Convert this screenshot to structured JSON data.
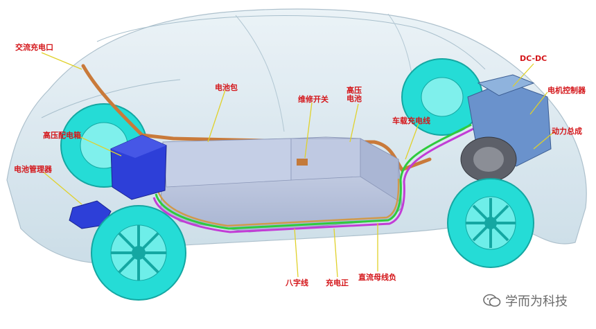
{
  "labels": {
    "ac_port": "交流充电口",
    "hv_box": "高压配电箱",
    "bms": "电池管理器",
    "battery_pack": "电池包",
    "service_switch": "维修开关",
    "dc_port_conn": "高压电池",
    "charge_line": "车载充电线",
    "dcdc": "DC-DC",
    "motor_ctrl": "电机控制器",
    "powertrain": "动力总成",
    "harness_a": "八字线",
    "harness_b": "充电正",
    "harness_c": "直流母线负"
  },
  "watermark": {
    "text": "学而为科技",
    "icon": "wechat-icon"
  },
  "colors": {
    "body": "#cfe3ee",
    "wheel": "#2ee6e0",
    "battery": "#b9c4de",
    "blue_module": "#2d3fd8",
    "orange_cable": "#c97a3a",
    "green_cable": "#2ecc3c",
    "magenta_cable": "#c23cd6",
    "leader_yellow": "#e0d12a"
  }
}
